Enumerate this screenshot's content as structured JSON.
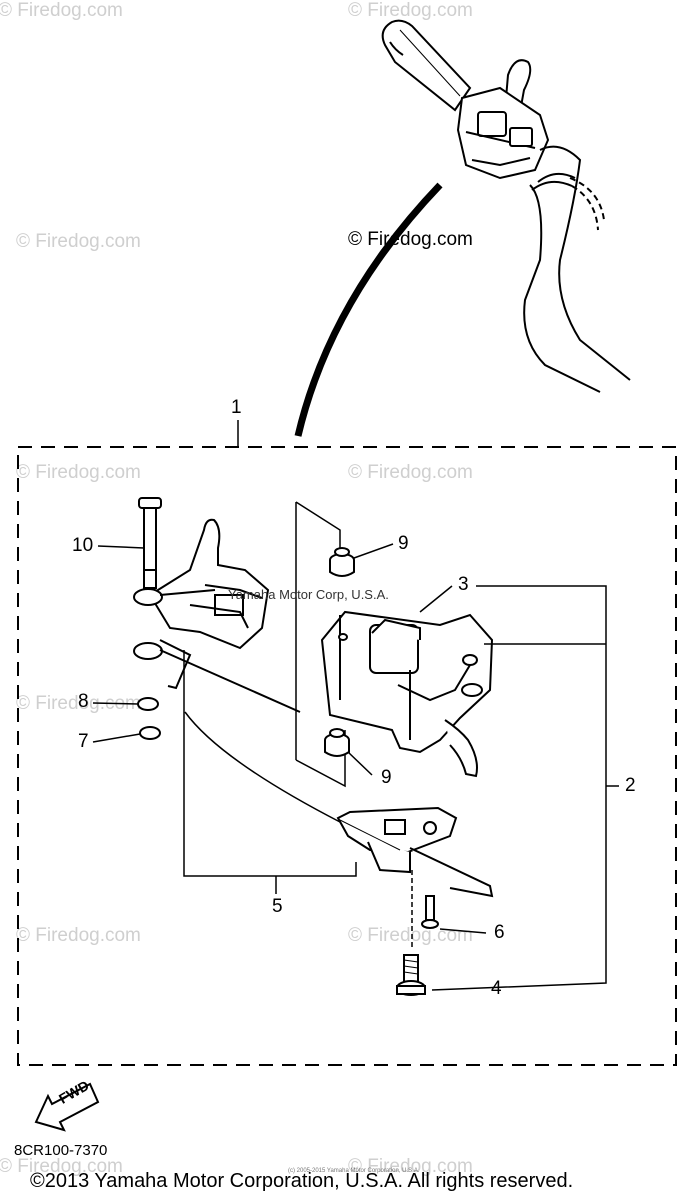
{
  "watermark": "© Firedog.com",
  "center_watermark": "© Firedog.com",
  "inline_label": "Yamaha Motor Corp, U.S.A.",
  "callouts": {
    "c1": "1",
    "c2": "2",
    "c3": "3",
    "c4": "4",
    "c5": "5",
    "c6": "6",
    "c7": "7",
    "c8": "8",
    "c9a": "9",
    "c9b": "9",
    "c10": "10"
  },
  "fwd_label": "FWD",
  "drawing_code": "8CR100-7370",
  "copyright": "©2013 Yamaha Motor Corporation, U.S.A. All rights reserved.",
  "mini_copyright": "(c) 2005-2015 Yamaha Motor Corporation, U.S.A."
}
